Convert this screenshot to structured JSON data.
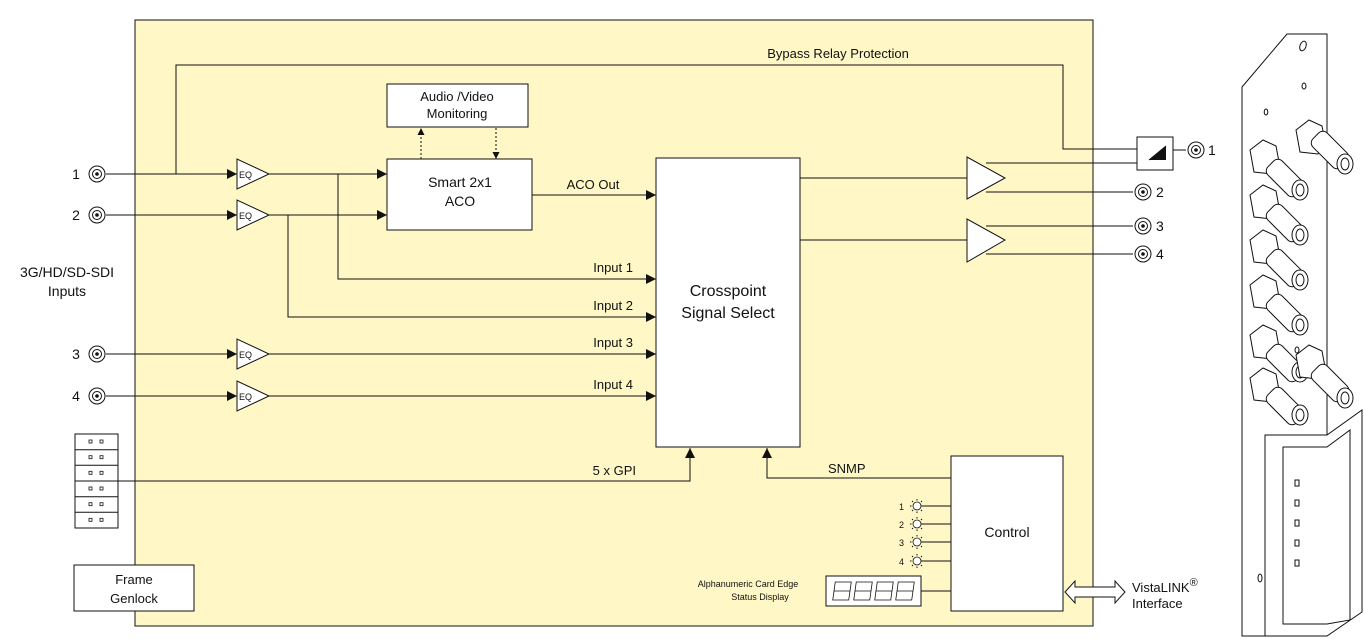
{
  "labels": {
    "bypass": "Bypass Relay Protection",
    "audio_video": [
      "Audio /Video",
      "Monitoring"
    ],
    "aco": [
      "Smart  2x1",
      "ACO"
    ],
    "aco_out": "ACO Out",
    "crosspoint": [
      "Crosspoint",
      "Signal Select"
    ],
    "eq": "EQ",
    "inputs_label": [
      "3G/HD/SD-SDI",
      "Inputs"
    ],
    "input_lines": [
      "Input  1",
      "Input  2",
      "Input  3",
      "Input  4"
    ],
    "gpi": "5 x GPI",
    "snmp": "SNMP",
    "control": "Control",
    "frame_genlock": [
      "Frame",
      "Genlock"
    ],
    "card_edge": [
      "Alphanumeric Card Edge",
      "Status Display"
    ],
    "vistalink": "VistaLINK",
    "vistalink_sup": "®",
    "interface": "Interface",
    "input_numbers": [
      "1",
      "2",
      "3",
      "4"
    ],
    "output_numbers": [
      "1",
      "2",
      "3",
      "4"
    ],
    "led_numbers": [
      "1",
      "2",
      "3",
      "4"
    ]
  },
  "colors": {
    "card_fill": "#FFF8C6",
    "line": "#111111"
  }
}
